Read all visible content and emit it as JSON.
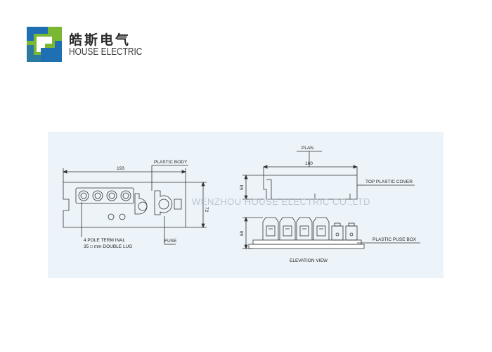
{
  "brand": {
    "name_cn": "皓斯电气",
    "name_en": "HOUSE ELECTRIC",
    "colors": {
      "green": "#7ab833",
      "blue": "#1f6fb3"
    }
  },
  "diagram": {
    "watermark": "WENZHOU HOUSE ELECTRIC CO.,LTD",
    "dimensions": {
      "width_total": "193",
      "height_total": "72",
      "plan_width": "160",
      "plan_height": "50",
      "elevation_height": "60"
    },
    "labels": {
      "plastic_body": "PLASTIC BODY",
      "terminal_line1": "4 POLE TERM INAL",
      "terminal_line2": "35 □ mm DOUBLE LUG",
      "fuse": "FUSE",
      "plan": "PLAN",
      "top_plastic_cover": "TOP PLASTIC COVER",
      "plastic_fuse_box": "PLASTIC PUSE BOX",
      "elevation_view": "ELEVATION VIEW"
    }
  }
}
